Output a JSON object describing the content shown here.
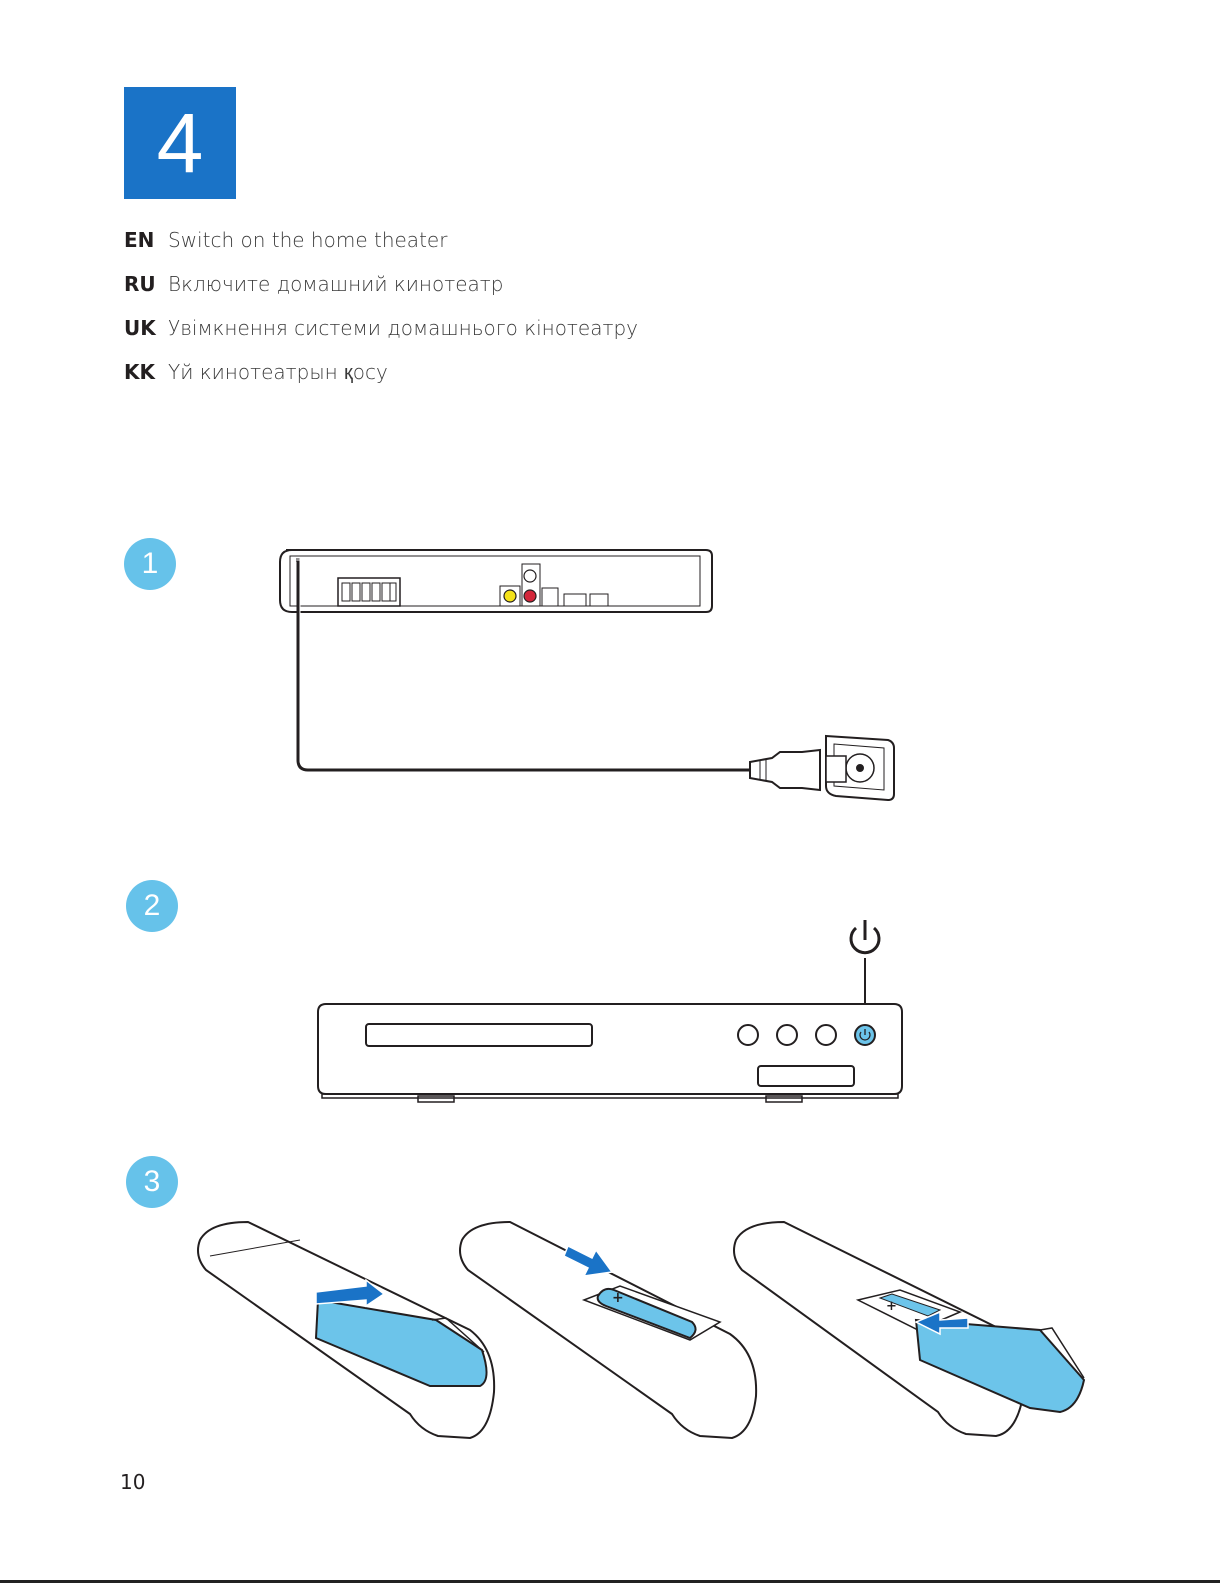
{
  "step": {
    "number": "4"
  },
  "languages": [
    {
      "code": "EN",
      "text": "Switch on the home theater"
    },
    {
      "code": "RU",
      "text": "Включите домашний кинотеатр"
    },
    {
      "code": "UK",
      "text": "Увімкнення системи домашнього кінотеатру"
    },
    {
      "code": "KK",
      "text": "Үй кинотеатрын қосу"
    }
  ],
  "substeps": [
    "1",
    "2",
    "3"
  ],
  "page_number": "10",
  "colors": {
    "step_box": "#1a73c7",
    "badge": "#66c2ea",
    "accent_blue": "#6cc4ea"
  }
}
